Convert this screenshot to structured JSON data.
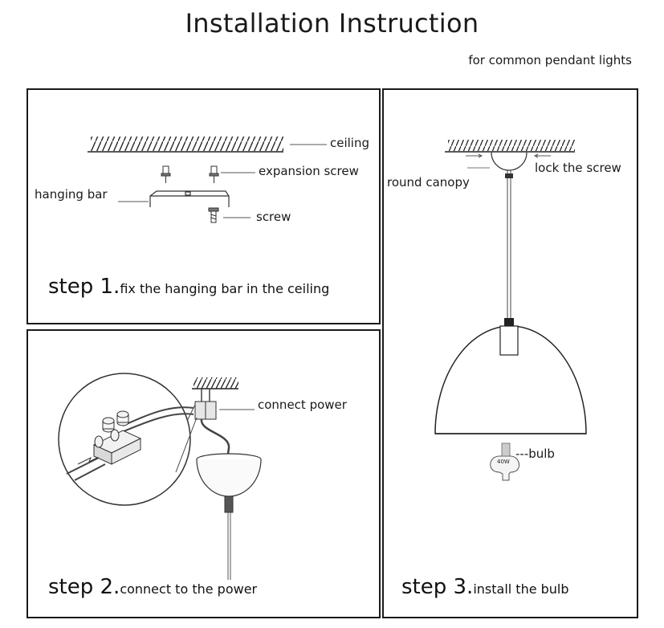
{
  "header": {
    "title": "Installation Instruction",
    "subtitle": "for common pendant lights"
  },
  "panel1": {
    "labels": {
      "ceiling": "ceiling",
      "expansion_screw": "expansion screw",
      "hanging_bar": "hanging bar",
      "screw": "screw"
    },
    "step_number": "step 1.",
    "step_text": "fix the hanging bar in the ceiling"
  },
  "panel2": {
    "labels": {
      "connect_power": "connect power"
    },
    "step_number": "step 2.",
    "step_text": "connect to the power"
  },
  "panel3": {
    "labels": {
      "round_canopy": "round canopy",
      "lock_screw": "lock the screw",
      "bulb": "---bulb",
      "bulb_watt": "40W"
    },
    "step_number": "step 3.",
    "step_text": "install the bulb"
  }
}
